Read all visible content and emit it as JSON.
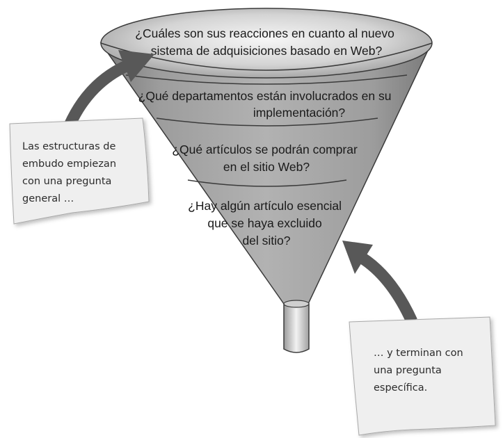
{
  "funnel": {
    "questions": [
      {
        "lines": [
          "¿Cuáles son sus reacciones en cuanto al nuevo",
          "sistema de adquisiciones basado en Web?"
        ]
      },
      {
        "lines": [
          "¿Qué departamentos están involucrados en su",
          "implementación?"
        ]
      },
      {
        "lines": [
          "¿Qué artículos se podrán comprar",
          "en el sitio Web?"
        ]
      },
      {
        "lines": [
          "¿Hay algún artículo esencial",
          "que se haya excluido",
          "del sitio?"
        ]
      }
    ]
  },
  "notes": {
    "left": {
      "lines": [
        "Las estructuras de",
        "embudo empiezan",
        "con una pregunta",
        "general …"
      ]
    },
    "right": {
      "lines": [
        "… y terminan con",
        "una pregunta",
        "específica."
      ]
    }
  },
  "colors": {
    "funnel_band": "#a9a9a9",
    "funnel_dark": "#6e6e6e",
    "rim": "#cfcfcf",
    "arrow": "#5a5a5a",
    "note_fill": "#eeeeee"
  }
}
